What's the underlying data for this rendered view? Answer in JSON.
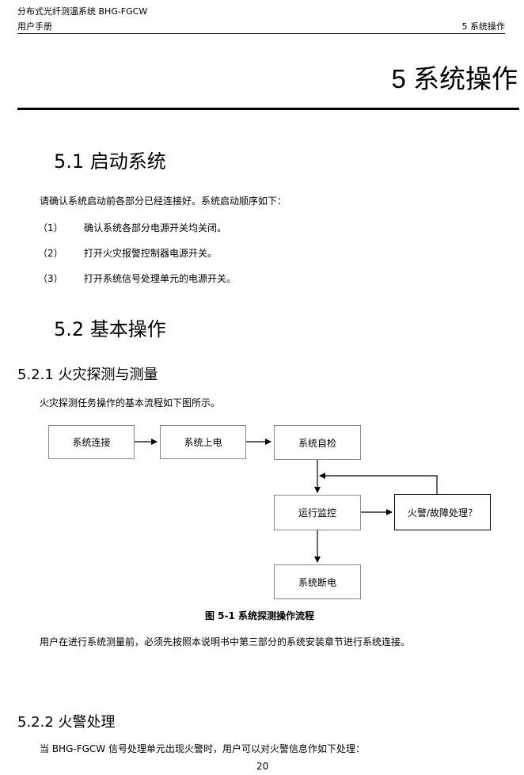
{
  "header": {
    "product": "分布式光纤测温系统 BHG-FGCW",
    "manual": "用户手册",
    "section": "5  系统操作"
  },
  "chapter": {
    "title": "5  系统操作"
  },
  "section_5_1": {
    "heading": "5.1  启动系统",
    "intro": "请确认系统启动前各部分已经连接好。系统启动顺序如下：",
    "steps": [
      {
        "num": "（1）",
        "text": "确认系统各部分电源开关均关闭。"
      },
      {
        "num": "（2）",
        "text": "打开火灾报警控制器电源开关。"
      },
      {
        "num": "（3）",
        "text": "打开系统信号处理单元的电源开关。"
      }
    ]
  },
  "section_5_2": {
    "heading": "5.2  基本操作"
  },
  "section_5_2_1": {
    "heading": "5.2.1  火灾探测与测量",
    "intro": "火灾探测任务操作的基本流程如下图所示。",
    "flow": {
      "connect": "系统连接",
      "power_on": "系统上电",
      "self_check": "系统自检",
      "monitor": "运行监控",
      "alarm": "火警/故障处理？",
      "power_off": "系统断电"
    },
    "caption": "图 5-1  系统探测操作流程",
    "note": "用户在进行系统测量前，必须先按照本说明书中第三部分的系统安装章节进行系统连接。"
  },
  "section_5_2_2": {
    "heading": "5.2.2  火警处理",
    "intro": "当 BHG-FGCW 信号处理单元出现火警时，用户可以对火警信息作如下处理："
  },
  "footer": {
    "page": "20"
  }
}
